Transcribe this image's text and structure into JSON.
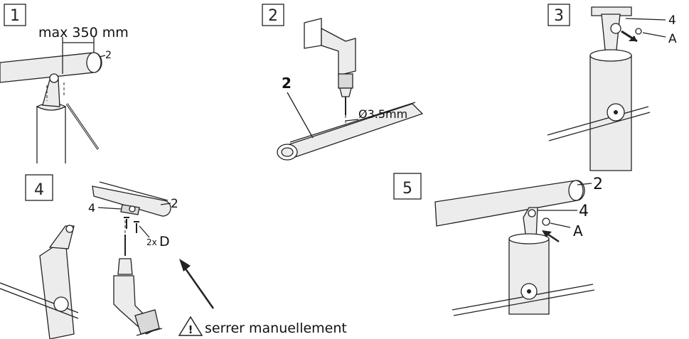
{
  "steps": {
    "s1": {
      "number": "1",
      "dimension": "max 350 mm",
      "part": "2"
    },
    "s2": {
      "number": "2",
      "part": "2",
      "drill": "Ø3.5mm"
    },
    "s3": {
      "number": "3",
      "part_bracket": "4",
      "part_screw": "A"
    },
    "s4": {
      "number": "4",
      "part_bracket": "4",
      "part_rail": "2",
      "qty_prefix": "2x",
      "screw": "D",
      "warning": "serrer manuellement"
    },
    "s5": {
      "number": "5",
      "part_rail": "2",
      "part_bracket": "4",
      "part_screw": "A"
    }
  },
  "icons": [
    "warning-triangle-icon",
    "arrow-icon",
    "drill-icon",
    "screw-icon",
    "handrail",
    "post"
  ]
}
